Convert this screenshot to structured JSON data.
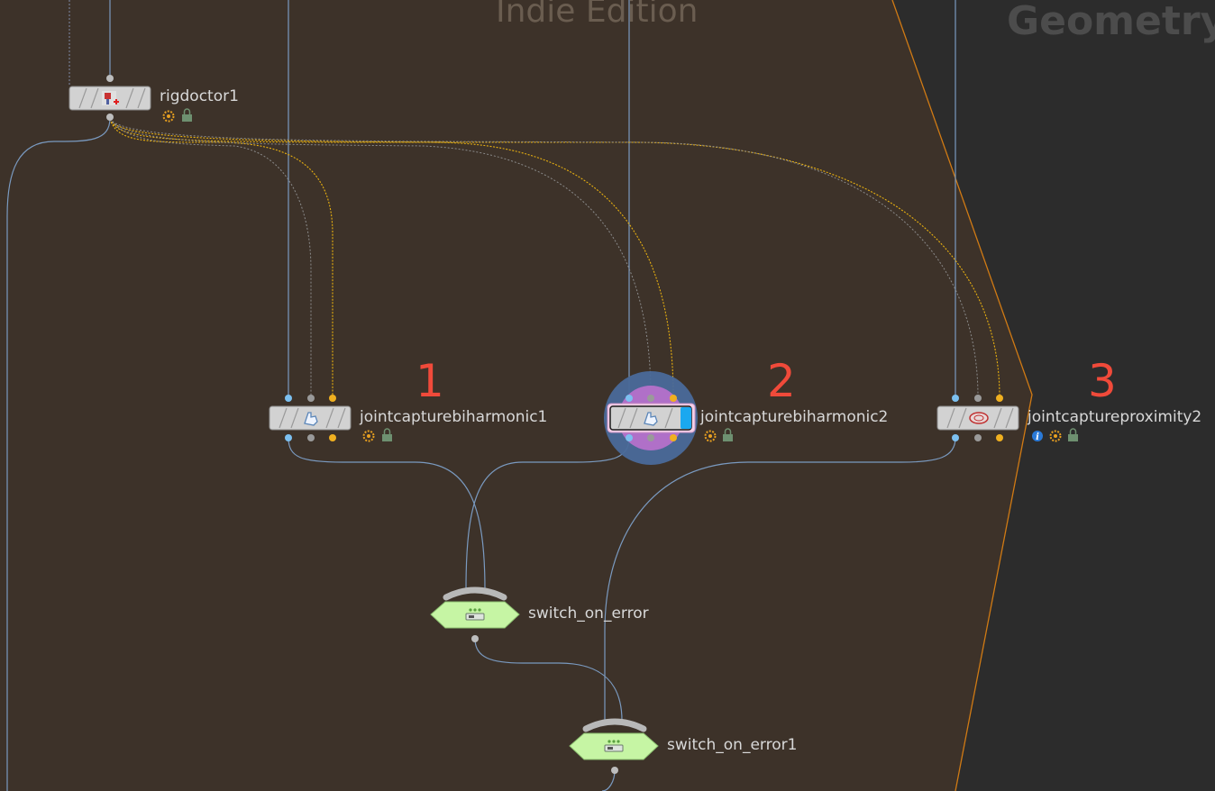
{
  "watermarks": {
    "edition": "Indie Edition",
    "context": "Geometry"
  },
  "nodes": {
    "rigdoctor": {
      "label": "rigdoctor1",
      "icon": "rigdoctor-icon"
    },
    "jcb1": {
      "label": "jointcapturebiharmonic1",
      "icon": "hand-icon"
    },
    "jcb2": {
      "label": "jointcapturebiharmonic2",
      "icon": "hand-icon",
      "selected": true
    },
    "jcp2": {
      "label": "jointcaptureproximity2",
      "icon": "proximity-icon"
    },
    "switch1": {
      "label": "switch_on_error",
      "icon": "switch-icon"
    },
    "switch2": {
      "label": "switch_on_error1",
      "icon": "switch-icon"
    }
  },
  "annotations": [
    "1",
    "2",
    "3"
  ],
  "colors": {
    "network_bg": "#3d3229",
    "outside_bg": "#2c2c2c",
    "wire_blue": "#7a9ac0",
    "wire_yellow": "#e8b010",
    "wire_grey": "#8a8a8a",
    "switch_green": "#c6f5a4",
    "border_orange": "#d07a14",
    "annotation_red": "#f04a3a"
  }
}
